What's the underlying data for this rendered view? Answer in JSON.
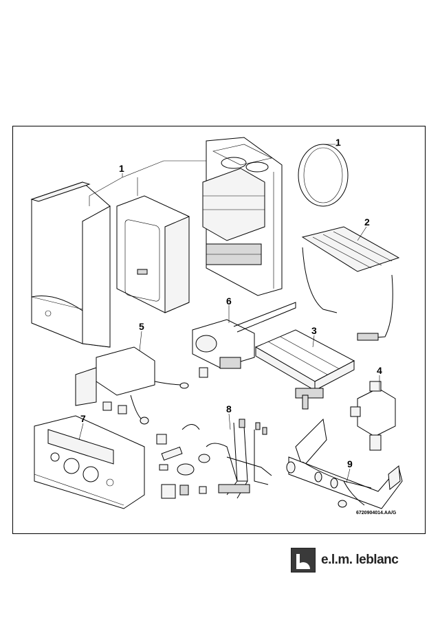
{
  "diagram": {
    "callouts": {
      "c1a": "1",
      "c1b": "1",
      "c2": "2",
      "c3": "3",
      "c4": "4",
      "c5": "5",
      "c6": "6",
      "c7": "7",
      "c8": "8",
      "c9": "9"
    },
    "reference_code": "6720904014.AA/G"
  },
  "brand": {
    "name": "e.l.m. leblanc"
  }
}
